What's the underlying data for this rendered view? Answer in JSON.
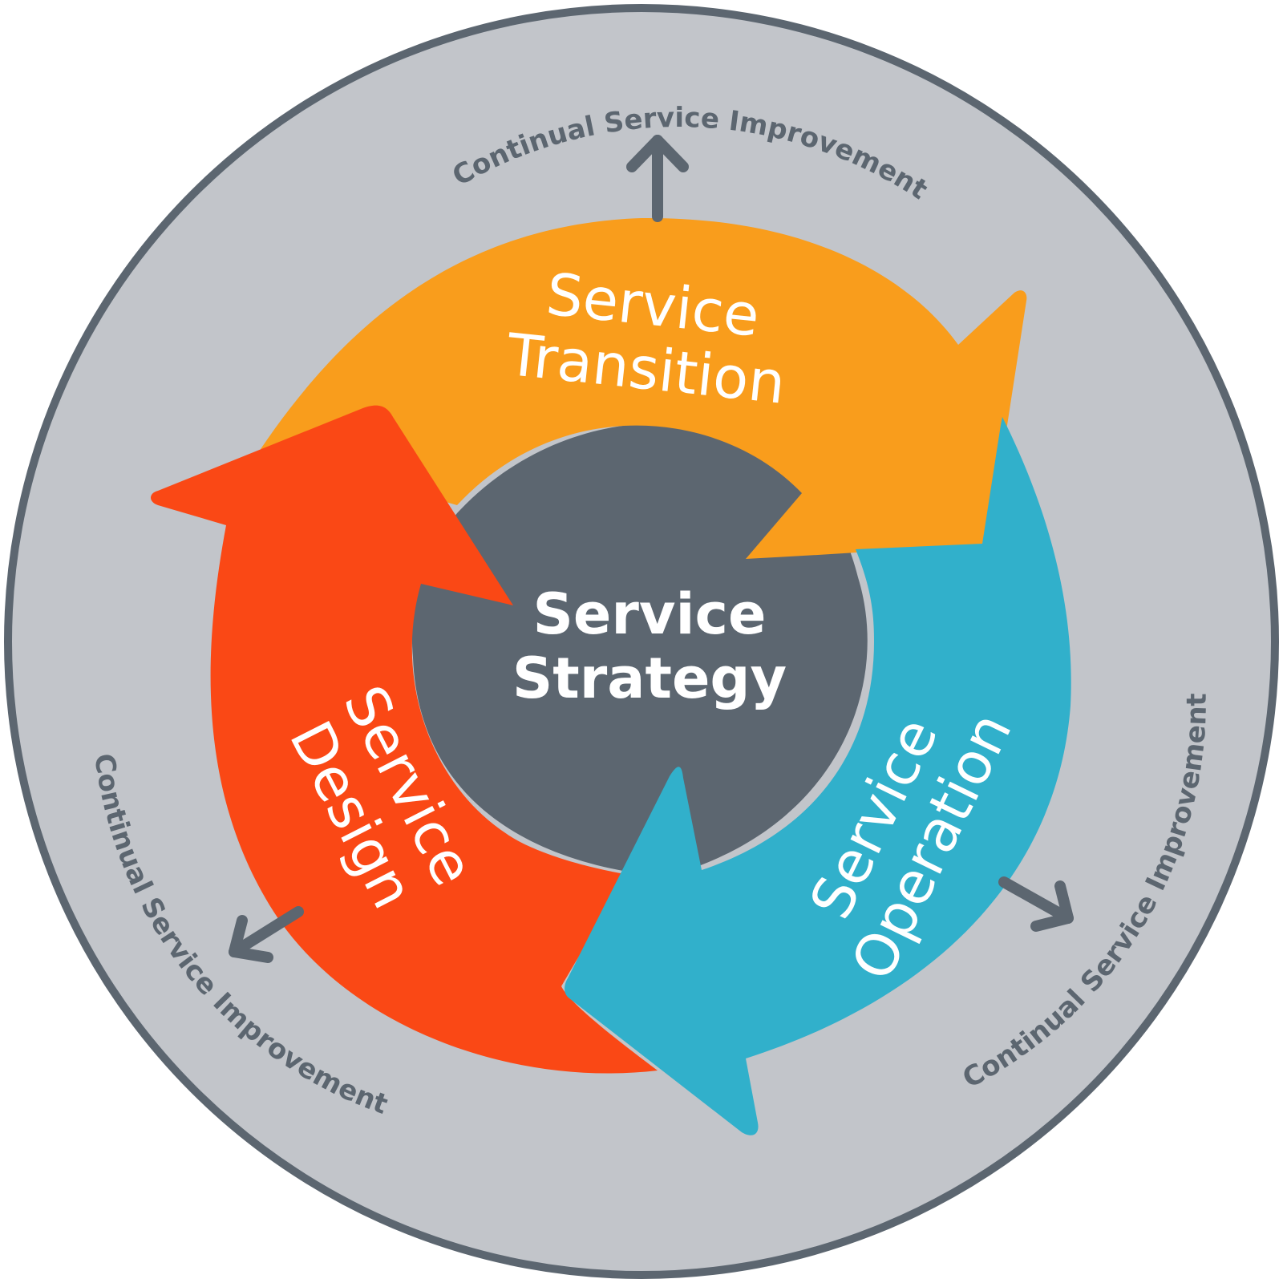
{
  "center": {
    "line1": "Service",
    "line2": "Strategy"
  },
  "stages": {
    "transition": {
      "line1": "Service",
      "line2": "Transition"
    },
    "operation": {
      "line1": "Service",
      "line2": "Operation"
    },
    "design": {
      "line1": "Service",
      "line2": "Design"
    }
  },
  "outer_ring": {
    "top": "Continual Service Improvement",
    "right": "Continual Service Improvement",
    "left": "Continual Service Improvement"
  },
  "colors": {
    "outer_ring_fill": "#c2c5ca",
    "outer_ring_stroke": "#5c6670",
    "core": "#5c6670",
    "transition": "#f99d1c",
    "operation": "#31b0cb",
    "design": "#fa4815",
    "text_light": "#ffffff",
    "text_dark": "#5c6670"
  }
}
